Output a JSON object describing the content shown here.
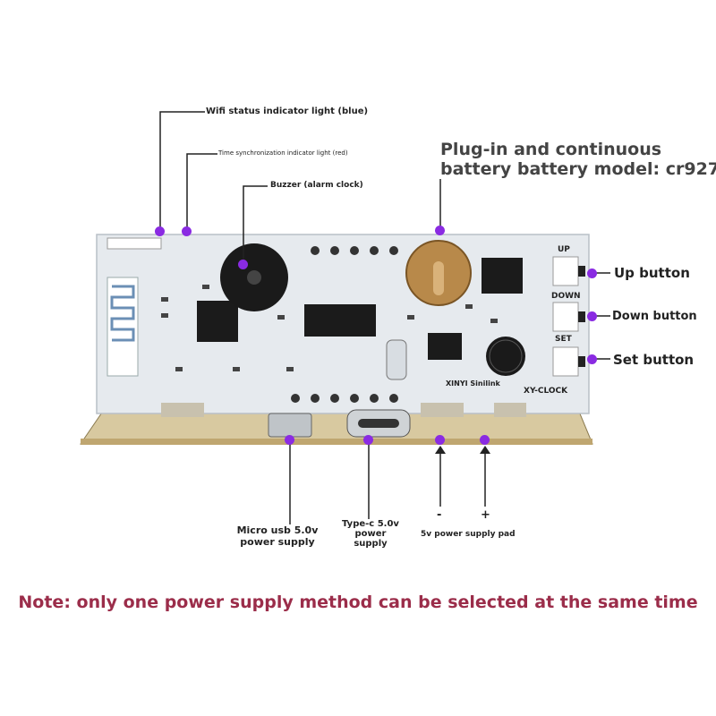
{
  "colors": {
    "marker": "#8a2be2",
    "note": "#9b2d4a",
    "board": "#e9ecef",
    "base": "#c9b48a"
  },
  "labels": {
    "wifi": "Wifi status indicator light (blue)",
    "time_sync": "Time synchronization indicator light (red)",
    "buzzer": "Buzzer (alarm clock)",
    "battery_line1": "Plug-in and continuous",
    "battery_line2": "battery battery model: cr927",
    "up": "Up button",
    "down": "Down button",
    "set": "Set button",
    "micro_usb_line1": "Micro usb 5.0v",
    "micro_usb_line2": "power supply",
    "typec_line1": "Type-c 5.0v",
    "typec_line2": "power",
    "typec_line3": "supply",
    "pad": "5v power supply pad",
    "minus": "-",
    "plus": "+"
  },
  "board_silkscreen": {
    "up": "UP",
    "down": "DOWN",
    "set": "SET",
    "brand": "XINYI Sinilink",
    "model": "XY-CLOCK"
  },
  "note": "Note: only one power supply method can be selected at the same time"
}
